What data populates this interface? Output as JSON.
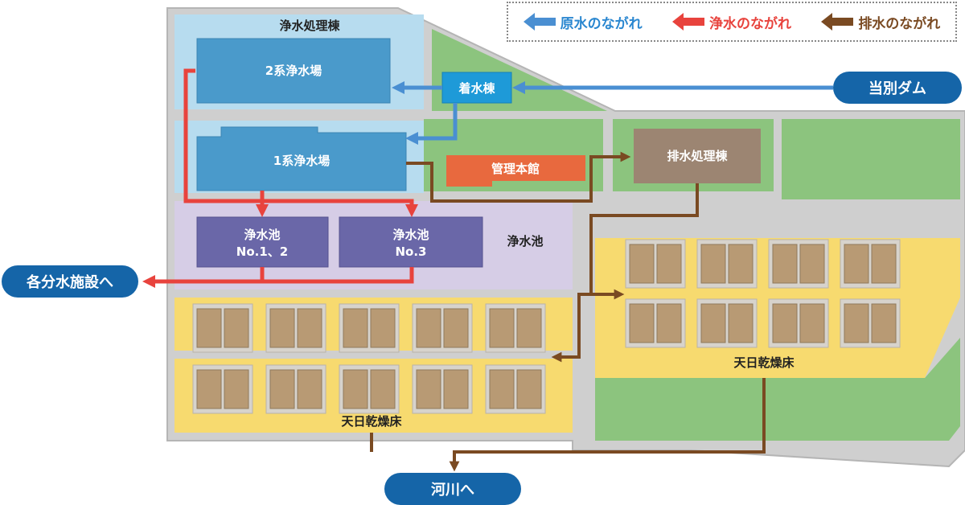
{
  "colors": {
    "raw_water": "#4a8fd2",
    "clean_water": "#e8433d",
    "waste_water": "#7a4a22",
    "destination_pill": "#1565a8",
    "admin_building": "#e8693e",
    "drainage_building": "#9c8572",
    "reservoir": "#6a67a8",
    "treatment_plant": "#4a9acb",
    "drying_bed": "#f7da6f",
    "green_area": "#8cc47e",
    "treatment_area": "#b7dcef",
    "reservoir_area": "#d6cde6"
  },
  "legend": {
    "raw": "原水のながれ",
    "clean": "浄水のながれ",
    "waste": "排水のながれ"
  },
  "destinations": {
    "dam": "当別ダム",
    "distribution": "各分水施設へ",
    "river": "河川へ"
  },
  "facilities": {
    "treatment_building": "浄水処理棟",
    "plant_2": "2系浄水場",
    "plant_1": "1系浄水場",
    "intake": "着水棟",
    "admin": "管理本館",
    "drainage": "排水処理棟",
    "reservoir_area": "浄水池",
    "reservoir_1_line1": "浄水池",
    "reservoir_1_line2": "No.1、2",
    "reservoir_3_line1": "浄水池",
    "reservoir_3_line2": "No.3",
    "drying_bed_left": "天日乾燥床",
    "drying_bed_right": "天日乾燥床"
  }
}
